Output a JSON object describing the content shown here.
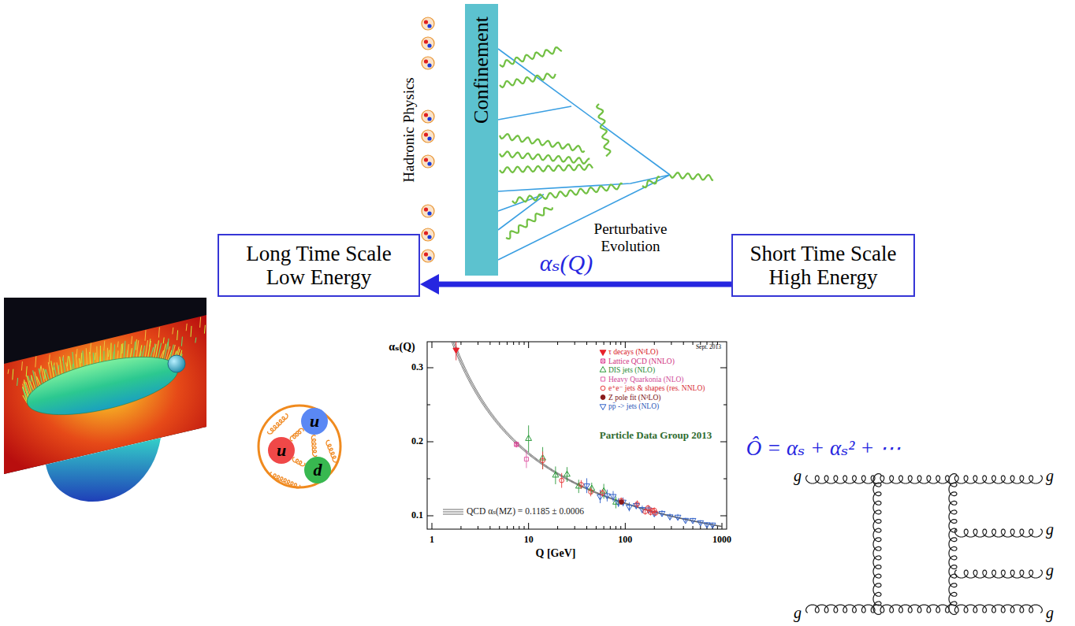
{
  "diagram": {
    "nodes": [
      {
        "text": [
          "Confinement"
        ]
      },
      {
        "text": [
          "Long Time Scale Low Energy"
        ]
      },
      {
        "text": [
          "Short Time Scale High Energy"
        ]
      },
      {
        "text": [
          "u"
        ]
      },
      {
        "text": [
          "u"
        ]
      },
      {
        "text": [
          "d"
        ]
      }
    ],
    "edges": [
      {
        "from": 2,
        "to": 1,
        "arrow": "to",
        "label": "αₛ(Q)"
      }
    ],
    "labels": [
      "Hadronic Physics",
      "Perturbative Evolution",
      "αₛ(Q)",
      "Sept. 2013",
      "Particle Data Group 2013",
      "0.3",
      "0.2",
      "0.1",
      "1",
      "10",
      "100",
      "1000",
      "Q [GeV]",
      "Ô = αₛ + αₛ² + ⋯",
      "g",
      "g",
      "g",
      "g",
      "g",
      "g"
    ],
    "legend": [
      {
        "text": "τ decays (N³LO)"
      },
      {
        "text": "Lattice QCD (NNLO)"
      },
      {
        "text": "DIS jets (NLO)"
      },
      {
        "text": "Heavy Quarkonia (NLO)"
      },
      {
        "text": "e⁺e⁻ jets & shapes (res. NNLO)"
      },
      {
        "text": "Z pole fit (N³LO)"
      },
      {
        "text": "pp̄ -> jets (NLO)"
      },
      {
        "text": "QCD αₛ(MZ) = 0.1185 ± 0.0006"
      }
    ]
  }
}
